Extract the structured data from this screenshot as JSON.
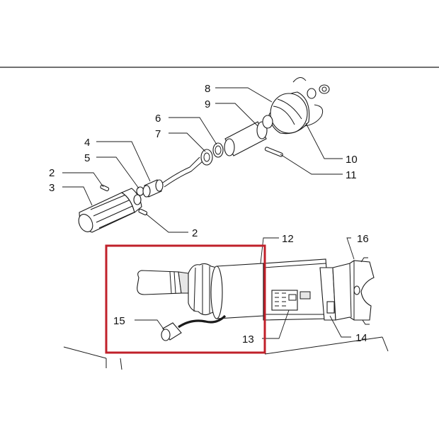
{
  "colors": {
    "line": "#1a1a1a",
    "highlight_box": "#c0202a",
    "background": "#ffffff"
  },
  "callouts": {
    "c2a": "2",
    "c3": "3",
    "c4": "4",
    "c5": "5",
    "c6": "6",
    "c7": "7",
    "c8": "8",
    "c9": "9",
    "c10": "10",
    "c11": "11",
    "c2b": "2",
    "c12": "12",
    "c13": "13",
    "c14": "14",
    "c15": "15",
    "c16": "16"
  }
}
